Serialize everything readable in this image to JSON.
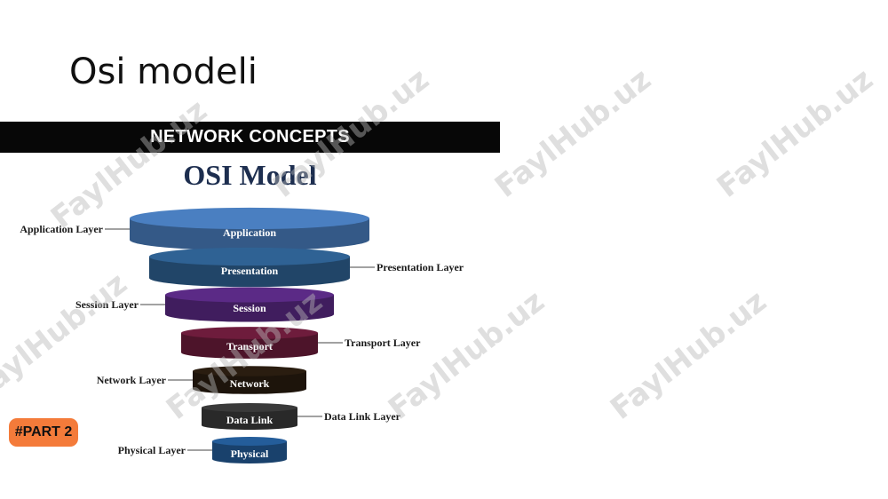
{
  "slide": {
    "title": "Osi modeli"
  },
  "figure": {
    "banner": "NETWORK CONCEPTS",
    "title": "OSI Model",
    "badge": "#PART 2",
    "layers": [
      {
        "name": "Application",
        "label": "Application Layer",
        "label_side": "left",
        "color": "#4a7fc1"
      },
      {
        "name": "Presentation",
        "label": "Presentation Layer",
        "label_side": "right",
        "color": "#2f6294"
      },
      {
        "name": "Session",
        "label": "Session Layer",
        "label_side": "left",
        "color": "#5b2a86"
      },
      {
        "name": "Transport",
        "label": "Transport Layer",
        "label_side": "right",
        "color": "#6e1c3c"
      },
      {
        "name": "Network",
        "label": "Network Layer",
        "label_side": "left",
        "color": "#2a1d10"
      },
      {
        "name": "Data Link",
        "label": "Data Link Layer",
        "label_side": "right",
        "color": "#3a3a3a"
      },
      {
        "name": "Physical",
        "label": "Physical Layer",
        "label_side": "left",
        "color": "#245d9a"
      }
    ]
  },
  "watermark": "FaylHub.uz"
}
